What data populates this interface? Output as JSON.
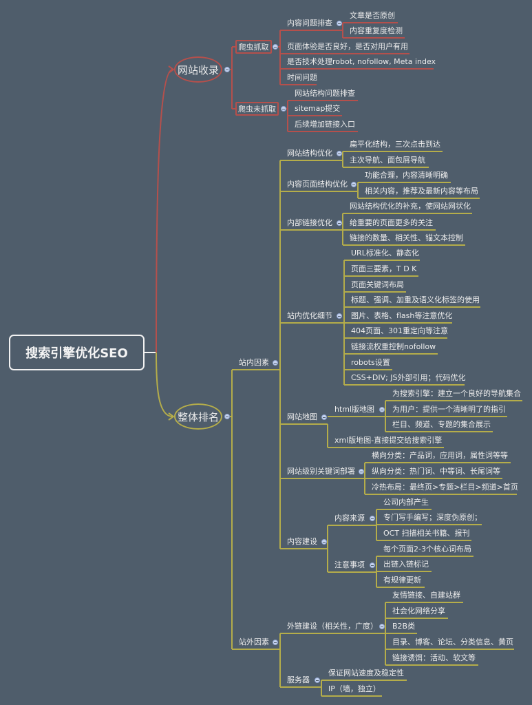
{
  "root": "搜索引擎优化SEO",
  "colors": {
    "background": "#4f5d6b",
    "branch_index": "#b5504c",
    "branch_ranking": "#b5ad4a",
    "root_border": "#f2f2f2"
  },
  "branches": [
    {
      "label": "网站收录",
      "children": [
        {
          "label": "爬虫抓取",
          "children": [
            {
              "label": "内容问题排查",
              "children": [
                {
                  "label": "文章是否原创"
                },
                {
                  "label": "内容重复度检测"
                }
              ]
            },
            {
              "label": "页面体验是否良好，是否对用户有用"
            },
            {
              "label": "是否技术处理robot, nofollow, Meta index"
            },
            {
              "label": "时间问题"
            }
          ]
        },
        {
          "label": "爬虫未抓取",
          "children": [
            {
              "label": "网站结构问题排查"
            },
            {
              "label": "sitemap提交"
            },
            {
              "label": "后续增加链接入口"
            }
          ]
        }
      ]
    },
    {
      "label": "整体排名",
      "children": [
        {
          "label": "站内因素",
          "children": [
            {
              "label": "网站结构优化",
              "children": [
                {
                  "label": "扁平化结构，三次点击到达"
                },
                {
                  "label": "主次导航、面包屑导航"
                }
              ]
            },
            {
              "label": "内容页面结构优化",
              "children": [
                {
                  "label": "功能合理，内容清晰明确"
                },
                {
                  "label": "相关内容，推荐及最新内容等布局"
                }
              ]
            },
            {
              "label": "内部链接优化",
              "children": [
                {
                  "label": "网站结构优化的补充，使网站网状化"
                },
                {
                  "label": "给重要的页面更多的关注"
                },
                {
                  "label": "链接的数量、相关性、锚文本控制"
                }
              ]
            },
            {
              "label": "站内优化细节",
              "children": [
                {
                  "label": "URL标准化、静态化"
                },
                {
                  "label": "页面三要素，T D K"
                },
                {
                  "label": "页面关键词布局"
                },
                {
                  "label": "标题、强调、加重及语义化标签的使用"
                },
                {
                  "label": "图片、表格、flash等注意优化"
                },
                {
                  "label": "404页面、301重定向等注意"
                },
                {
                  "label": "链接流权重控制nofollow"
                },
                {
                  "label": "robots设置"
                },
                {
                  "label": "CSS+DIV; JS外部引用；代码优化"
                }
              ]
            },
            {
              "label": "网站地图",
              "children": [
                {
                  "label": "html版地图",
                  "children": [
                    {
                      "label": "为搜索引擎：建立一个良好的导航集合"
                    },
                    {
                      "label": "为用户：提供一个清晰明了的指引"
                    },
                    {
                      "label": "栏目、频道、专题的集合展示"
                    }
                  ]
                },
                {
                  "label": "xml版地图-直接提交给搜索引擎"
                }
              ]
            },
            {
              "label": "网站级别关键词部署",
              "children": [
                {
                  "label": "横向分类：产品词，应用词，属性词等等"
                },
                {
                  "label": "纵向分类：热门词、中等词、长尾词等"
                },
                {
                  "label": "冷热布局：最终页>专题>栏目>频道>首页"
                }
              ]
            },
            {
              "label": "内容建设",
              "children": [
                {
                  "label": "内容来源",
                  "children": [
                    {
                      "label": "公司内部产生"
                    },
                    {
                      "label": "专门写手编写；深度伪原创；"
                    },
                    {
                      "label": "OCT 扫描相关书籍、报刊"
                    }
                  ]
                },
                {
                  "label": "注意事项",
                  "children": [
                    {
                      "label": "每个页面2-3个核心词布局"
                    },
                    {
                      "label": "出链入链标记"
                    },
                    {
                      "label": "有规律更新"
                    }
                  ]
                }
              ]
            }
          ]
        },
        {
          "label": "站外因素",
          "children": [
            {
              "label": "外链建设（相关性，广度）",
              "children": [
                {
                  "label": "友情链接、自建站群"
                },
                {
                  "label": "社会化网络分享"
                },
                {
                  "label": "B2B类"
                },
                {
                  "label": "目录、博客、论坛、分类信息、黄页"
                },
                {
                  "label": "链接诱饵：活动、软文等"
                }
              ]
            },
            {
              "label": "服务器",
              "children": [
                {
                  "label": "保证网站速度及稳定性"
                },
                {
                  "label": "IP（墙，独立）"
                }
              ]
            }
          ]
        }
      ]
    }
  ]
}
